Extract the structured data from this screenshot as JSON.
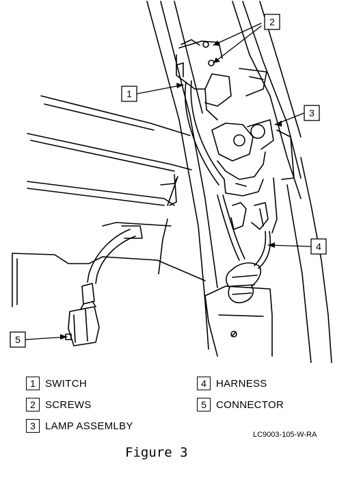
{
  "callouts": [
    {
      "number": "1"
    },
    {
      "number": "2"
    },
    {
      "number": "3"
    },
    {
      "number": "4"
    },
    {
      "number": "5"
    }
  ],
  "legend": [
    {
      "number": "1",
      "label": "SWITCH"
    },
    {
      "number": "2",
      "label": "SCREWS"
    },
    {
      "number": "3",
      "label": "LAMP ASSEMLBY"
    },
    {
      "number": "4",
      "label": "HARNESS"
    },
    {
      "number": "5",
      "label": "CONNECTOR"
    }
  ],
  "drawing_code": "LC9003-105-W-RA",
  "caption": "Figure 3"
}
